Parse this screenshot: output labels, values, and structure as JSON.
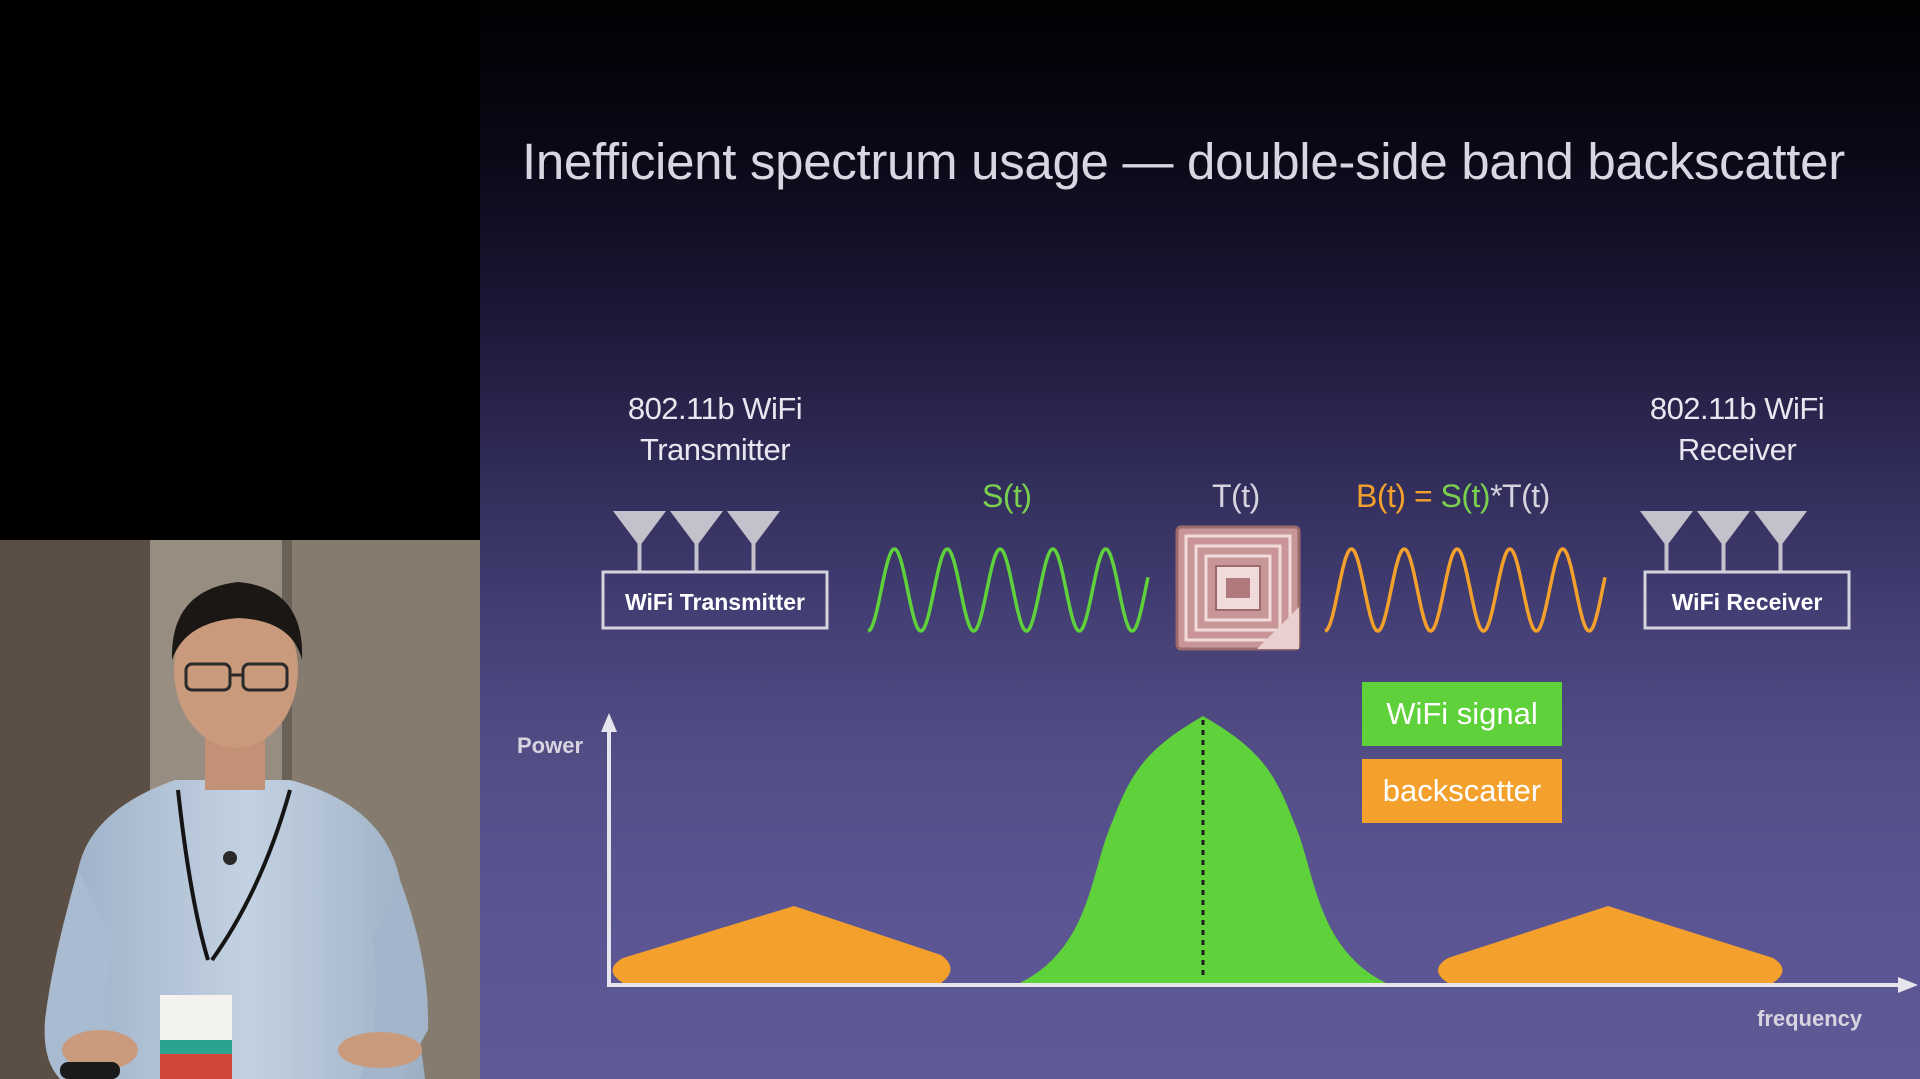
{
  "slide": {
    "title": "Inefficient spectrum usage — double-side band backscatter",
    "transmitter": {
      "label_line1": "802.11b WiFi",
      "label_line2": "Transmitter",
      "box_label": "WiFi Transmitter"
    },
    "receiver": {
      "label_line1": "802.11b WiFi",
      "label_line2": "Receiver",
      "box_label": "WiFi Receiver"
    },
    "signal_labels": {
      "s": "S(t)",
      "t": "T(t)",
      "b_prefix": "B(t) = ",
      "b_s": "S(t)",
      "b_t": "*T(t)"
    },
    "legend": [
      {
        "label": "WiFi signal",
        "color": "#5fd13a"
      },
      {
        "label": "backscatter",
        "color": "#f3a02c"
      }
    ],
    "axes": {
      "y_label": "Power",
      "x_label": "frequency"
    }
  },
  "colors": {
    "wifi_green": "#5fd13a",
    "backscatter_orange": "#f3a02c",
    "text_light": "#e8e6ee"
  }
}
